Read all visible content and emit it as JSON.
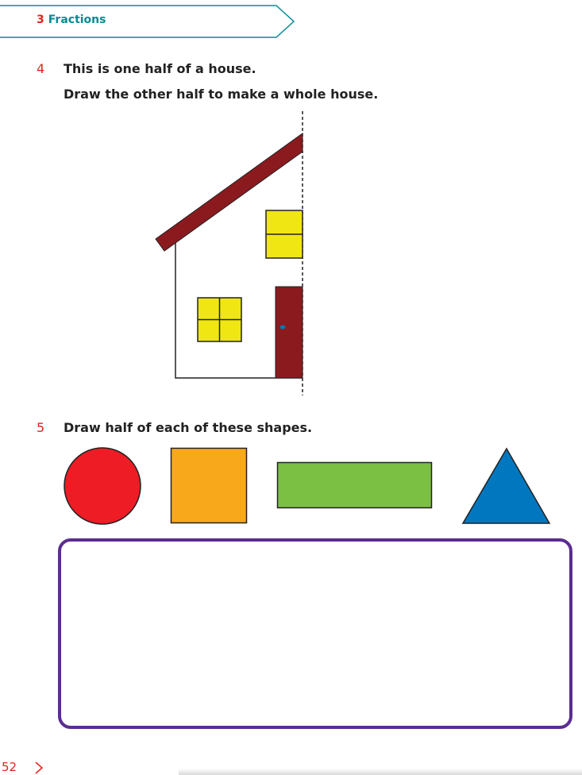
{
  "header": {
    "chapter_number": "3",
    "chapter_title": "Fractions"
  },
  "question4": {
    "number": "4",
    "line1": "This is one half of a house.",
    "line2": "Draw the other half to make a whole house."
  },
  "question5": {
    "number": "5",
    "text": "Draw half of each of these shapes.",
    "shapes": [
      "circle",
      "square",
      "rectangle",
      "triangle"
    ]
  },
  "colors": {
    "accent_red": "#e2231a",
    "teal": "#0a8a93",
    "roof": "#8b1a1f",
    "window": "#f0e614",
    "circle": "#ee1c25",
    "square": "#f7a91b",
    "rectangle": "#7bc043",
    "triangle": "#0077be",
    "answer_box_border": "#5b2d90"
  },
  "footer": {
    "page_number": "52"
  }
}
